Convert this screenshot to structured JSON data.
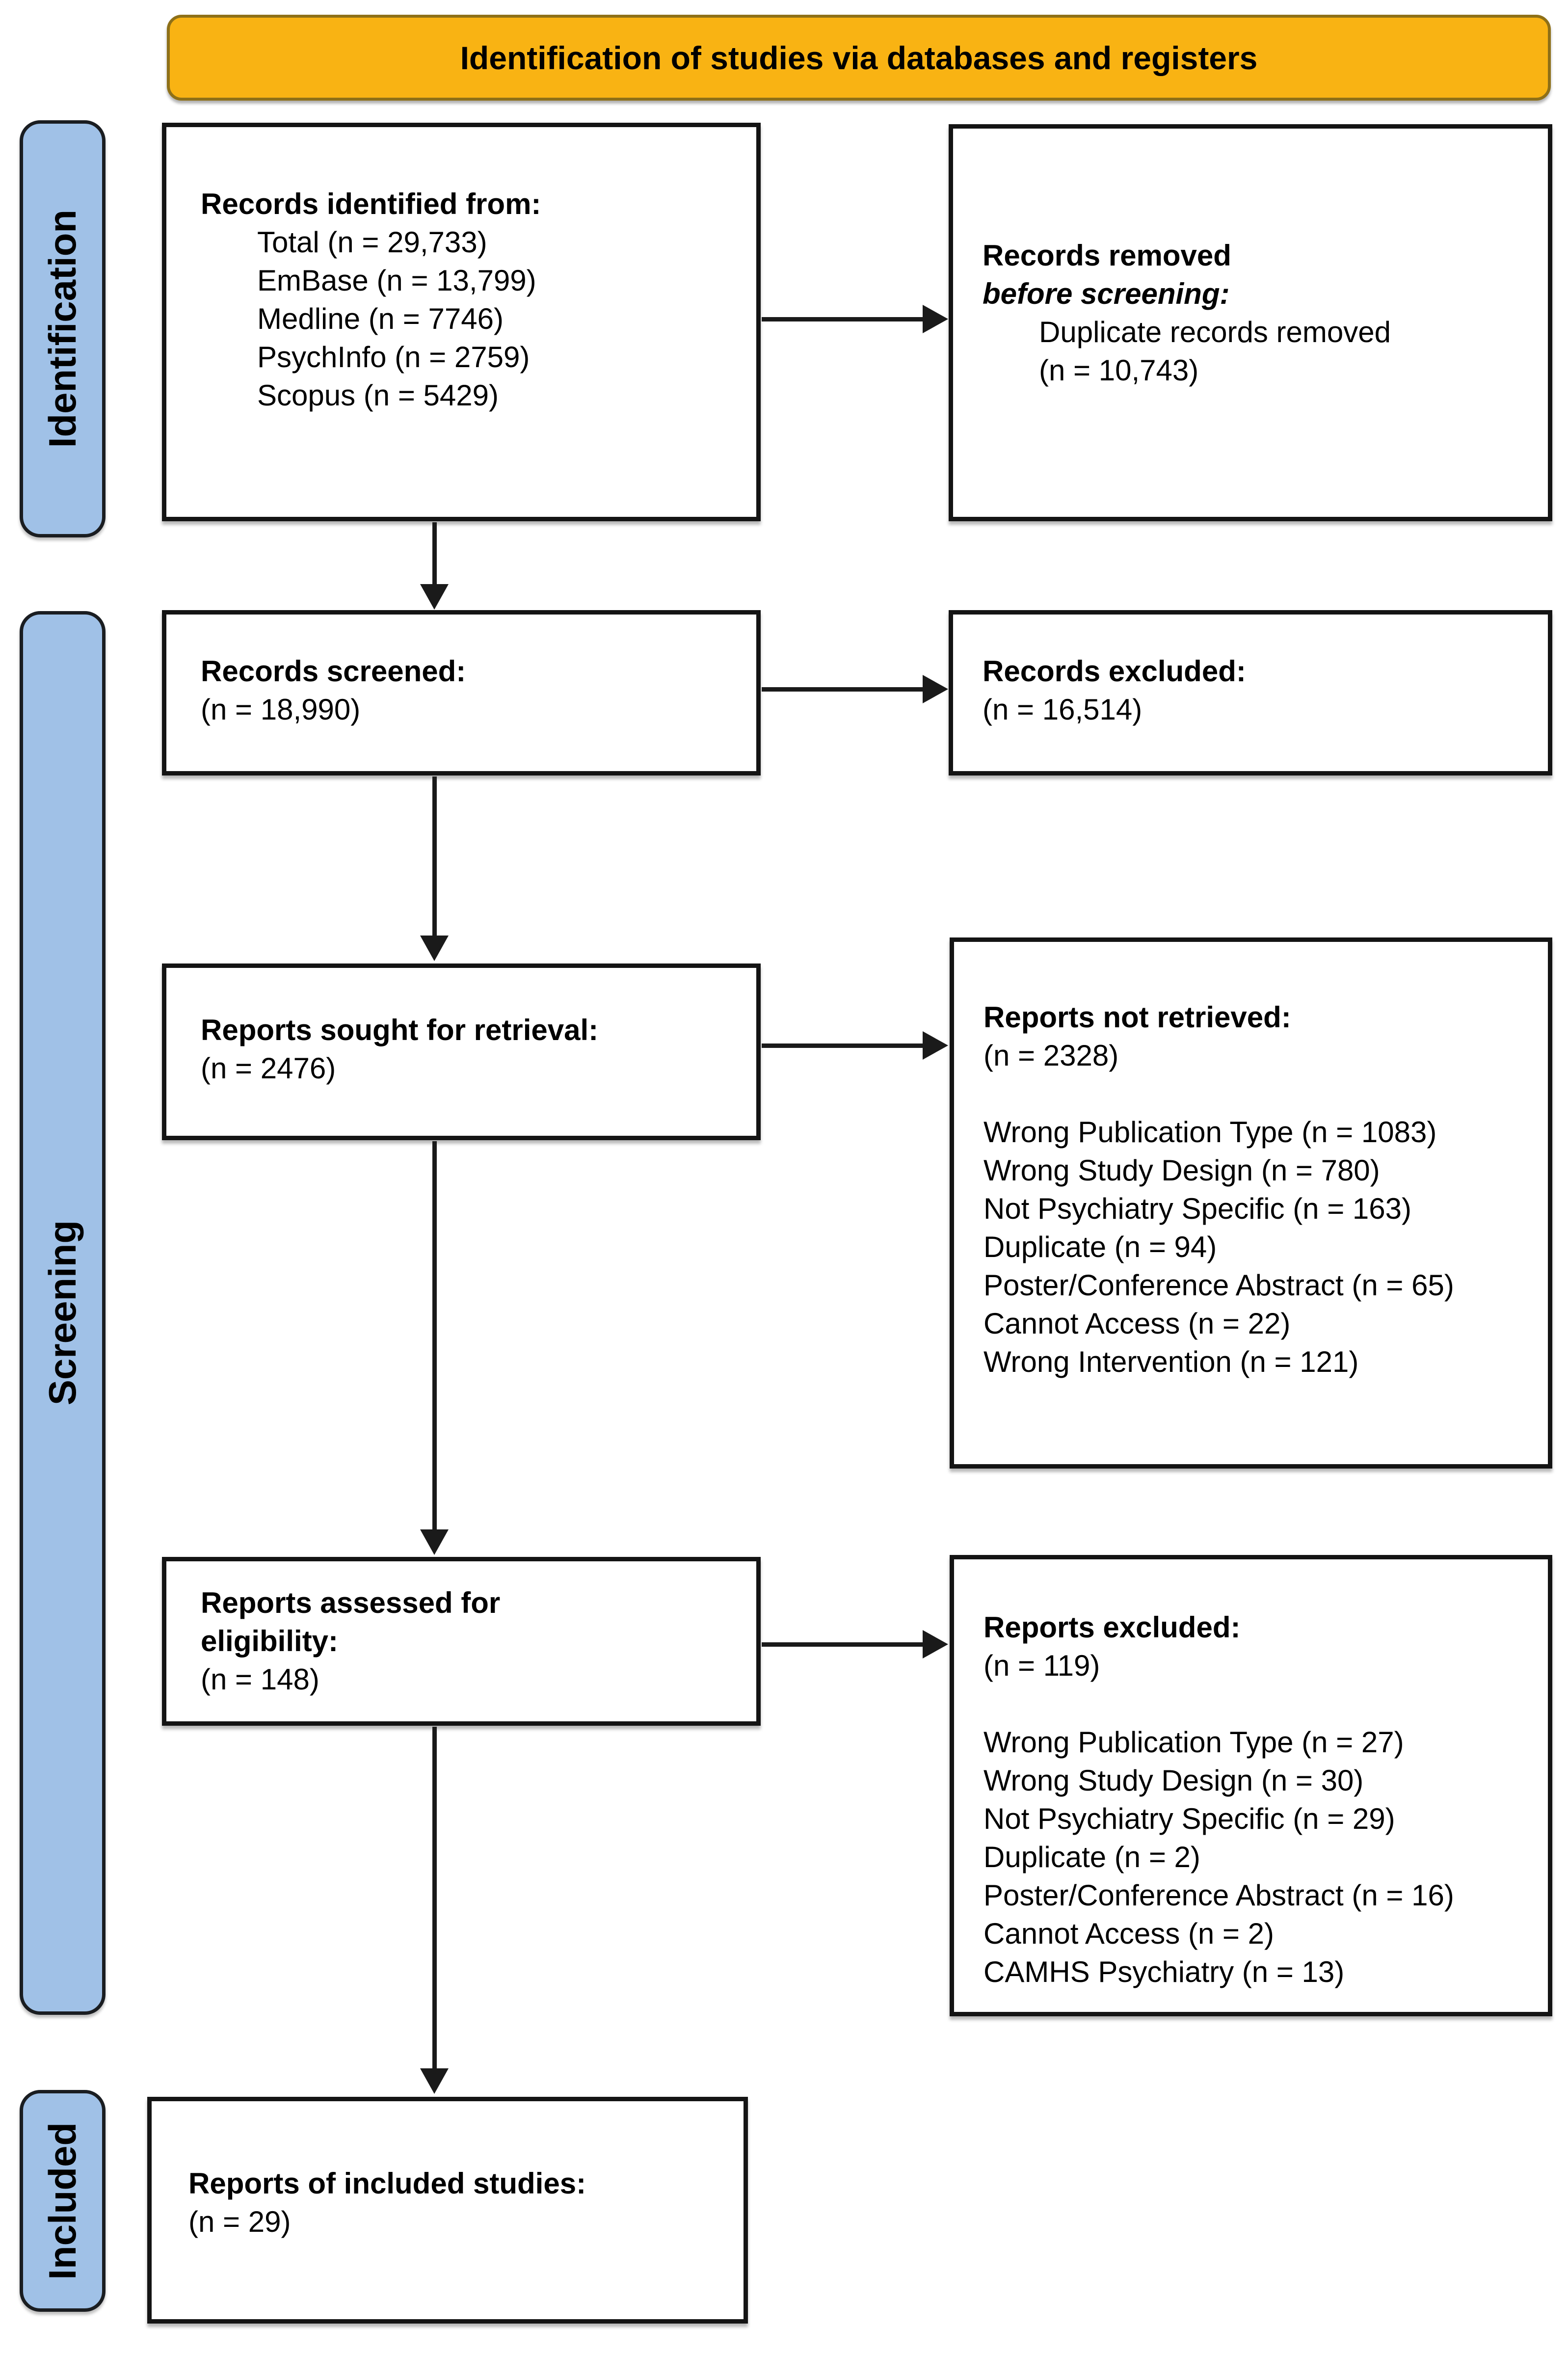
{
  "banner": {
    "title": "Identification of studies via databases and registers"
  },
  "sidebar": {
    "identification_label": "Identification",
    "screening_label": "Screening",
    "included_label": "Included"
  },
  "boxes": {
    "records_identified": {
      "heading": "Records identified from:",
      "items": [
        "Total (n = 29,733)",
        "EmBase (n = 13,799)",
        "Medline (n = 7746)",
        "PsychInfo (n = 2759)",
        "Scopus (n = 5429)"
      ]
    },
    "records_removed": {
      "heading_line1": "Records removed",
      "heading_line2": "before screening:",
      "item": "Duplicate records removed",
      "count": "(n = 10,743)"
    },
    "records_screened": {
      "heading": "Records screened:",
      "count": "(n = 18,990)"
    },
    "records_excluded": {
      "heading": "Records excluded:",
      "count": "(n = 16,514)"
    },
    "reports_sought": {
      "heading": "Reports sought for retrieval:",
      "count": "(n = 2476)"
    },
    "reports_not_retrieved": {
      "heading": "Reports not retrieved:",
      "count": "(n = 2328)",
      "reasons": [
        "Wrong Publication Type (n = 1083)",
        "Wrong Study Design (n = 780)",
        "Not Psychiatry Specific (n = 163)",
        "Duplicate (n = 94)",
        "Poster/Conference Abstract (n = 65)",
        "Cannot Access (n = 22)",
        "Wrong Intervention (n = 121)"
      ]
    },
    "reports_assessed": {
      "heading_line1": "Reports assessed for",
      "heading_line2": "eligibility:",
      "count": "(n = 148)"
    },
    "reports_excluded": {
      "heading": "Reports excluded:",
      "count": "(n = 119)",
      "reasons": [
        "Wrong Publication Type (n = 27)",
        "Wrong Study Design (n = 30)",
        "Not Psychiatry Specific (n = 29)",
        "Duplicate (n = 2)",
        "Poster/Conference Abstract (n = 16)",
        "Cannot Access (n = 2)",
        "CAMHS Psychiatry (n = 13)"
      ]
    },
    "reports_included": {
      "heading": "Reports of included studies:",
      "count": "(n = 29)"
    }
  },
  "colors": {
    "banner_fill": "#F9B313",
    "banner_border": "#8E7018",
    "sidebar_fill": "#A0C1E7",
    "sidebar_border": "#1A1D21",
    "box_border": "#141414",
    "arrow_color": "#1A1A1A",
    "text_color": "#000000"
  }
}
